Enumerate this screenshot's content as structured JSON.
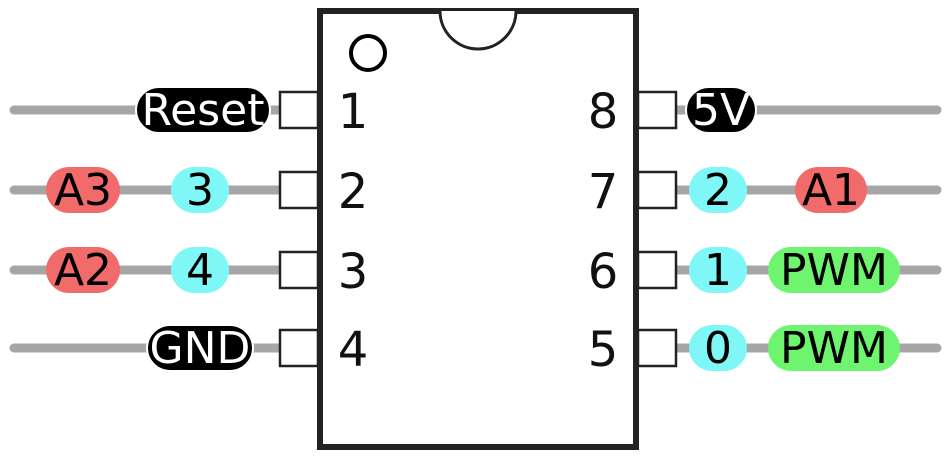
{
  "chip": {
    "left_pins": [
      {
        "number": "1",
        "labels": [
          {
            "text": "Reset",
            "kind": "black"
          }
        ]
      },
      {
        "number": "2",
        "labels": [
          {
            "text": "A3",
            "kind": "red"
          },
          {
            "text": "3",
            "kind": "cyan"
          }
        ]
      },
      {
        "number": "3",
        "labels": [
          {
            "text": "A2",
            "kind": "red"
          },
          {
            "text": "4",
            "kind": "cyan"
          }
        ]
      },
      {
        "number": "4",
        "labels": [
          {
            "text": "GND",
            "kind": "black"
          }
        ]
      }
    ],
    "right_pins": [
      {
        "number": "8",
        "labels": [
          {
            "text": "5V",
            "kind": "black"
          }
        ]
      },
      {
        "number": "7",
        "labels": [
          {
            "text": "2",
            "kind": "cyan"
          },
          {
            "text": "A1",
            "kind": "red"
          }
        ]
      },
      {
        "number": "6",
        "labels": [
          {
            "text": "1",
            "kind": "cyan"
          },
          {
            "text": "PWM",
            "kind": "green"
          }
        ]
      },
      {
        "number": "5",
        "labels": [
          {
            "text": "0",
            "kind": "cyan"
          },
          {
            "text": "PWM",
            "kind": "green"
          }
        ]
      }
    ]
  },
  "colors": {
    "black": "#000000",
    "red": "#f26b6b",
    "cyan": "#80f7f7",
    "green": "#6ef46e",
    "wire": "#a6a6a6",
    "body_border": "#222222"
  }
}
